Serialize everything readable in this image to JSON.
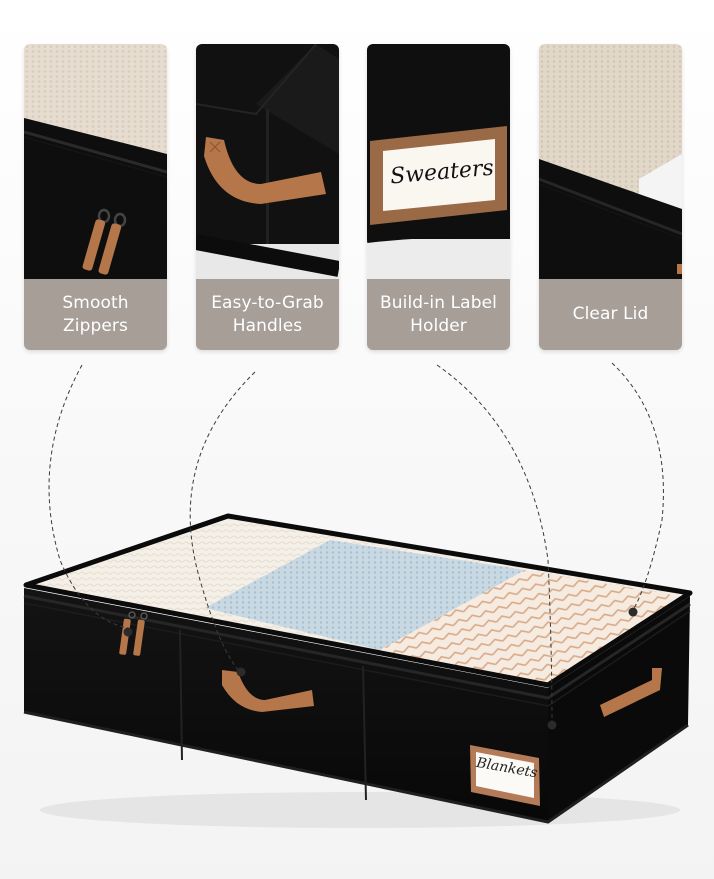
{
  "colors": {
    "caption_bg": "#a69e97",
    "caption_text": "#ffffff",
    "box_black": "#0d0d0d",
    "leather": "#b8774c",
    "label_white": "#fbfaf7",
    "callout_line": "#3a3a3a"
  },
  "features": [
    {
      "id": "zippers",
      "caption": "Smooth\nZippers",
      "icon": "zipper-pull-icon"
    },
    {
      "id": "handles",
      "caption": "Easy-to-Grab\nHandles",
      "icon": "leather-handle-icon"
    },
    {
      "id": "label",
      "caption": "Build-in Label\nHolder",
      "icon": "label-holder-icon",
      "label_text": "Sweaters"
    },
    {
      "id": "lid",
      "caption": "Clear Lid",
      "icon": "clear-lid-icon"
    }
  ],
  "product": {
    "name": "underbed storage box",
    "front_label_text": "Blankets",
    "contents": [
      "cream knit blanket",
      "light blue knit blanket",
      "tan herringbone blanket"
    ]
  }
}
